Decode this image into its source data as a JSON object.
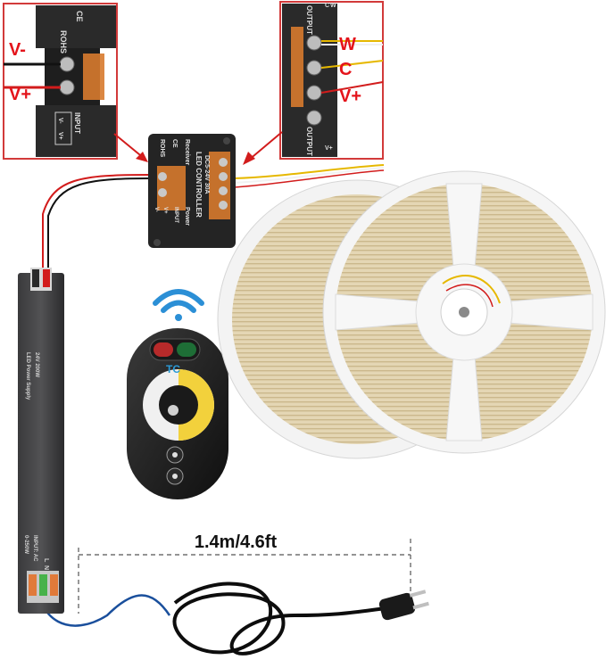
{
  "callouts": {
    "left": {
      "neg": "V-",
      "pos": "V+",
      "rohs": "ROHS",
      "ce": "CE",
      "input": "INPUT",
      "terms": [
        "V-",
        "V+"
      ]
    },
    "right": {
      "w": "W",
      "c": "C",
      "vplus": "V+",
      "output": "OUTPUT",
      "terms": [
        "C",
        "W",
        "V+"
      ]
    }
  },
  "controller": {
    "rohs": "ROHS",
    "ce": "CE",
    "receiver": "Receiver",
    "power": "Power",
    "title": "LED CONTROLLER",
    "spec": "DC5-24V 30A",
    "input": "INPUT",
    "terms": [
      "V-",
      "V+"
    ]
  },
  "power_supply": {
    "name": "LED Power Supply",
    "model": "24V 200W",
    "input_rating": "INPUT: AC",
    "voltage": "0-250W",
    "terms": [
      "L",
      "N"
    ]
  },
  "remote": {
    "logo": "TC"
  },
  "dimension": {
    "label": "1.4m/4.6ft"
  },
  "colors": {
    "callout_border": "#d23a3a",
    "red_label": "#e4141b",
    "wire_red": "#d21c1c",
    "wire_yellow": "#e6b800",
    "strip_warm": "#e8d8b5",
    "device_black": "#232323"
  }
}
